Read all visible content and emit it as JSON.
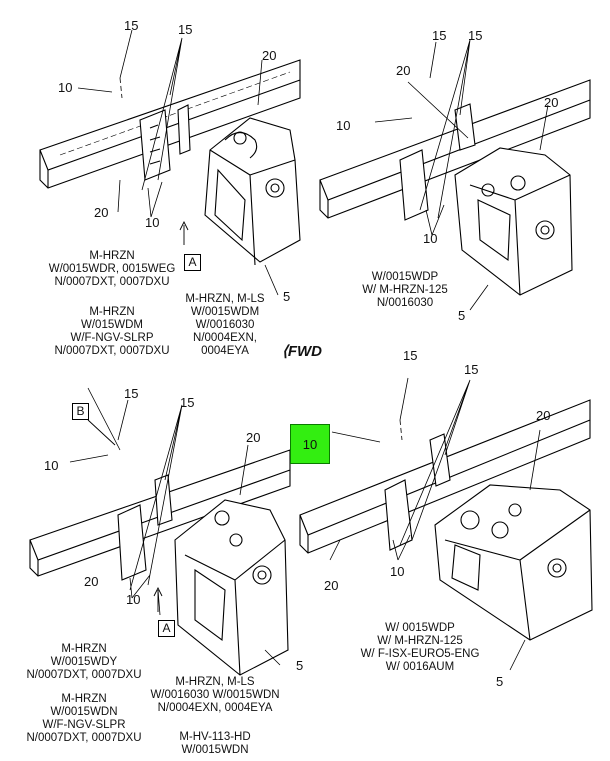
{
  "captions": {
    "q1_left": [
      "M-HRZN",
      "W/0015WDR, 0015WEG",
      "N/0007DXT, 0007DXU"
    ],
    "q1_left2": [
      "M-HRZN",
      "W/015WDM",
      "W/F-NGV-SLRP",
      "N/0007DXT, 0007DXU"
    ],
    "q1_right": [
      "M-HRZN, M-LS",
      "W/0015WDM",
      "W/0016030",
      "N/0004EXN,",
      "0004EYA"
    ],
    "q2": [
      "W/0015WDP",
      "W/ M-HRZN-125",
      "N/0016030"
    ],
    "q3_left": [
      "M-HRZN",
      "W/0015WDY",
      "N/0007DXT, 0007DXU"
    ],
    "q3_left2": [
      "M-HRZN",
      "W/0015WDN",
      "W/F-NGV-SLPR",
      "N/0007DXT, 0007DXU"
    ],
    "q3_right": [
      "M-HRZN, M-LS",
      "W/0016030 W/0015WDN",
      "N/0004EXN, 0004EYA"
    ],
    "q3_bottom": [
      "M-HV-113-HD",
      "W/0015WDN"
    ],
    "q4": [
      "W/ 0015WDP",
      "W/ M-HRZN-125",
      "W/ F-ISX-EURO5-ENG",
      "W/ 0016AUM"
    ]
  },
  "callouts": {
    "n15": "15",
    "n10": "10",
    "n20": "20",
    "n5": "5"
  },
  "view_labels": {
    "a": "A",
    "b": "B"
  },
  "fwd_label": "FWD",
  "highlight": {
    "label": "10",
    "color": "#33ee11"
  }
}
